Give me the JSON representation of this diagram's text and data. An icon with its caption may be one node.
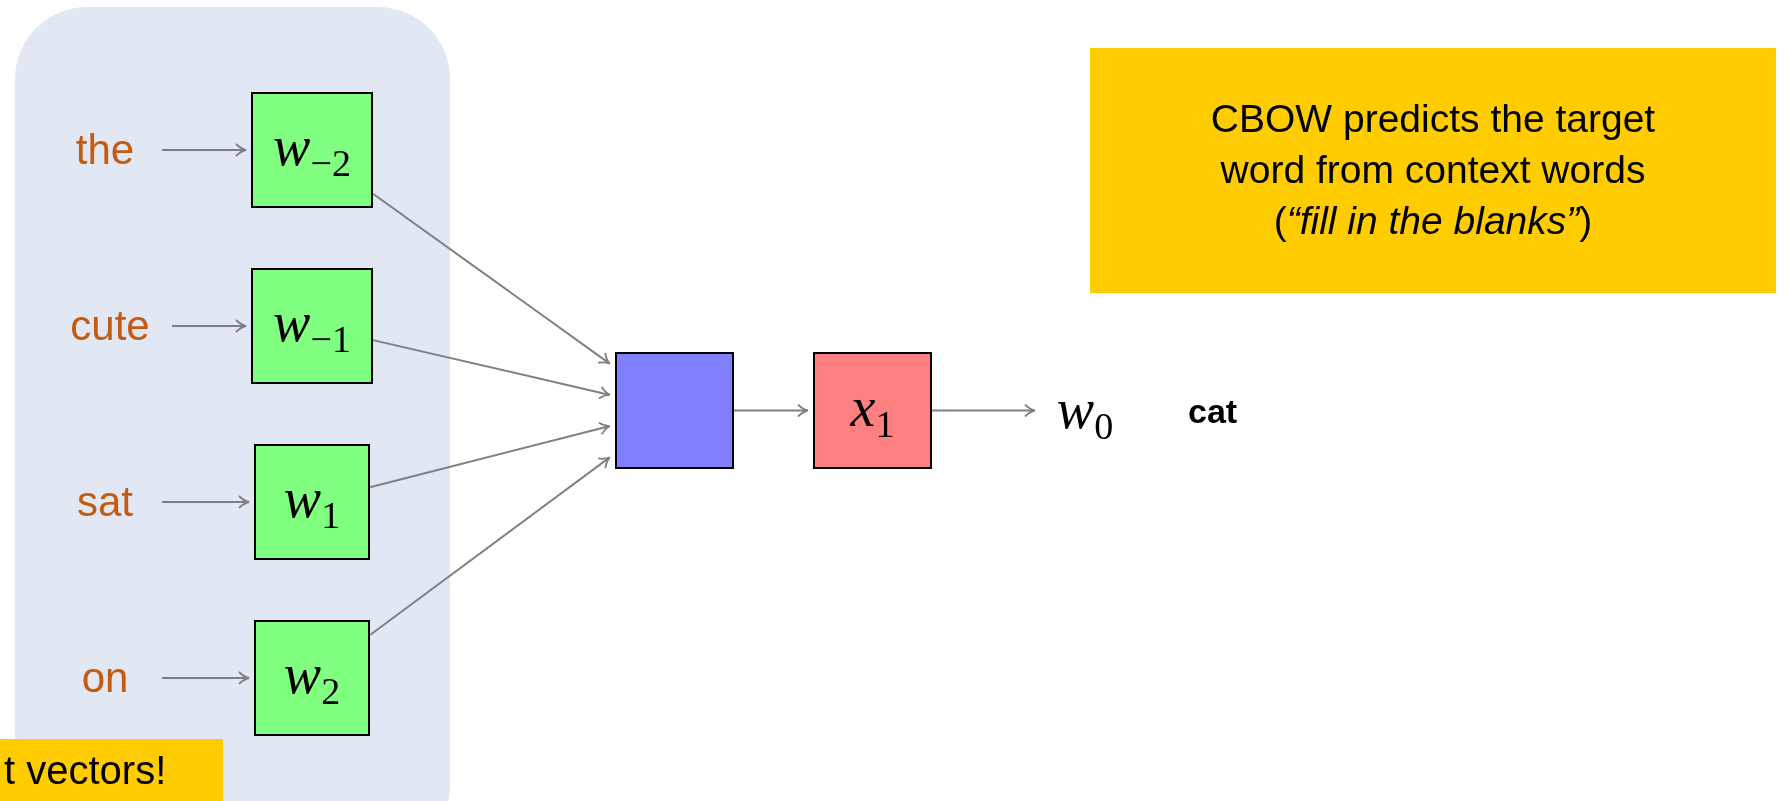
{
  "diagram": {
    "nodes": [
      {
        "text": [],
        "shape": "box"
      },
      {
        "text": [
          "the"
        ],
        "in": 0
      },
      {
        "text": [
          "w$_{−2}$"
        ],
        "in": 0
      },
      {
        "text": [
          "cute"
        ],
        "in": 0
      },
      {
        "text": [
          "w$_{−1}$"
        ],
        "in": 0
      },
      {
        "text": [
          "sat"
        ],
        "in": 0
      },
      {
        "text": [
          "w$_{1}$"
        ],
        "in": 0
      },
      {
        "text": [
          "on"
        ],
        "in": 0
      },
      {
        "text": [
          "w$_{2}$"
        ],
        "in": 0
      },
      {
        "text": [],
        "shape": "box"
      },
      {
        "text": [
          "x$_{1}$"
        ]
      },
      {
        "text": [
          "w$_{0}$"
        ]
      },
      {
        "text": [
          "CBOW predicts the target word from context words (*“fill in the blanks”*)"
        ]
      },
      {
        "text": [
          "t vectors!"
        ]
      }
    ],
    "edges": [
      {
        "from": 1,
        "to": 2,
        "arrow": "to"
      },
      {
        "from": 3,
        "to": 4,
        "arrow": "to"
      },
      {
        "from": 5,
        "to": 6,
        "arrow": "to"
      },
      {
        "from": 7,
        "to": 8,
        "arrow": "to"
      },
      {
        "from": 2,
        "to": 9,
        "arrow": "to"
      },
      {
        "from": 4,
        "to": 9,
        "arrow": "to"
      },
      {
        "from": 6,
        "to": 9,
        "arrow": "to"
      },
      {
        "from": 8,
        "to": 9,
        "arrow": "to"
      },
      {
        "from": 9,
        "to": 10,
        "arrow": "to"
      },
      {
        "from": 10,
        "to": 11,
        "arrow": "to"
      }
    ],
    "labels": [
      "cat"
    ]
  }
}
